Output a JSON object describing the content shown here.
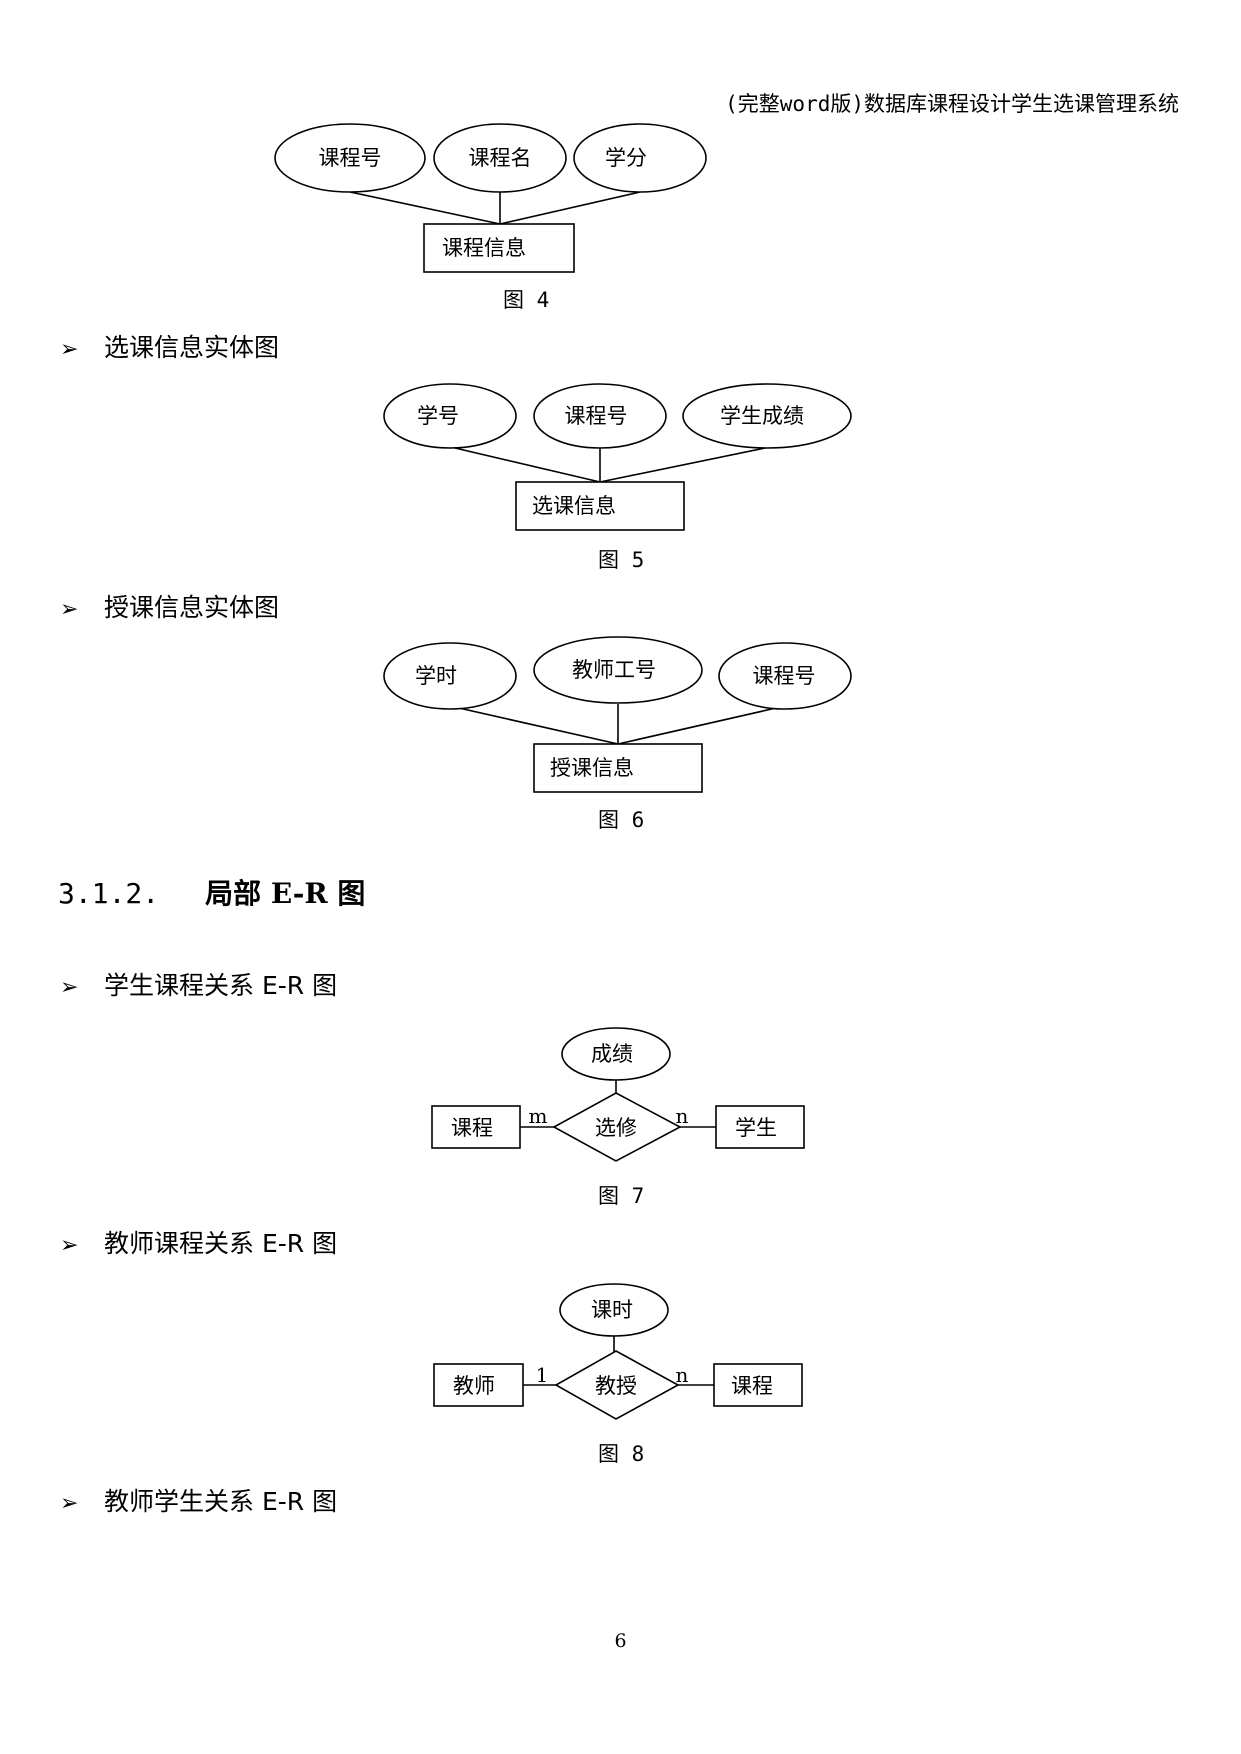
{
  "header": {
    "doc_title": "(完整word版)数据库课程设计学生选课管理系统"
  },
  "fig4": {
    "attrs": [
      "课程号",
      "课程名",
      "学分"
    ],
    "entity": "课程信息",
    "caption": "图 4"
  },
  "bullet_selection": "选课信息实体图",
  "fig5": {
    "attrs": [
      "学号",
      "课程号",
      "学生成绩"
    ],
    "entity": "选课信息",
    "caption": "图 5"
  },
  "bullet_teaching": "授课信息实体图",
  "fig6": {
    "attrs": [
      "学时",
      "教师工号",
      "课程号"
    ],
    "entity": "授课信息",
    "caption": "图 6"
  },
  "section": {
    "number": "3.1.2.",
    "title": "局部 E-R 图"
  },
  "bullet_student_course": "学生课程关系 E-R 图",
  "fig7": {
    "attr": "成绩",
    "left_entity": "课程",
    "relation": "选修",
    "right_entity": "学生",
    "left_card": "m",
    "right_card": "n",
    "caption": "图 7"
  },
  "bullet_teacher_course": "教师课程关系 E-R 图",
  "fig8": {
    "attr": "课时",
    "left_entity": "教师",
    "relation": "教授",
    "right_entity": "课程",
    "left_card": "1",
    "right_card": "n",
    "caption": "图 8"
  },
  "bullet_teacher_student": "教师学生关系 E-R 图",
  "page_number": "6",
  "icons": {
    "bullet": "arrowhead-bullet-icon"
  }
}
